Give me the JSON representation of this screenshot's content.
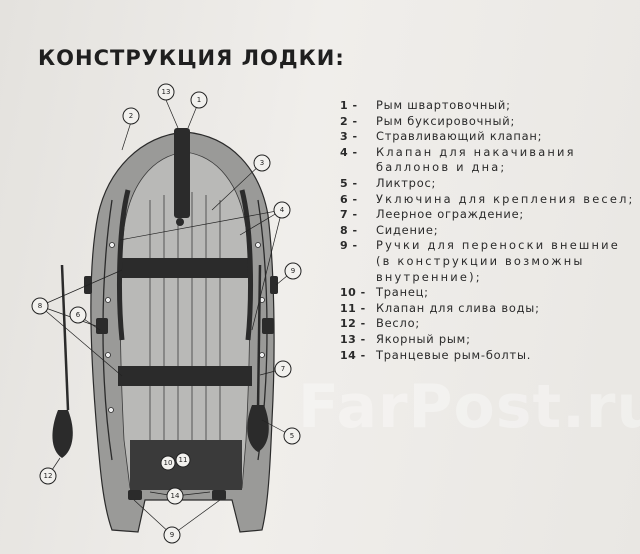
{
  "title": "КОНСТРУКЦИЯ ЛОДКИ:",
  "legend": [
    {
      "num": "1 -",
      "text": "Рым швартовочный;"
    },
    {
      "num": "2 -",
      "text": "Рым буксировочный;"
    },
    {
      "num": "3 -",
      "text": "Стравливающий клапан;"
    },
    {
      "num": "4 -",
      "text": "Клапан для накачивания баллонов и дна;"
    },
    {
      "num": "5 -",
      "text": "Ликтрос;"
    },
    {
      "num": "6 -",
      "text": "Уключина для крепления весел;"
    },
    {
      "num": "7 -",
      "text": "Леерное ограждение;"
    },
    {
      "num": "8 -",
      "text": "Сидение;"
    },
    {
      "num": "9 -",
      "text": "Ручки для переноски внешние (в конструкции возможны внутренние);"
    },
    {
      "num": "10 -",
      "text": "Транец;"
    },
    {
      "num": "11 -",
      "text": "Клапан для слива воды;"
    },
    {
      "num": "12 -",
      "text": "Весло;"
    },
    {
      "num": "13 -",
      "text": "Якорный рым;"
    },
    {
      "num": "14 -",
      "text": "Транцевые рым-болты."
    }
  ],
  "callouts": {
    "c13": "13",
    "c1": "1",
    "c2": "2",
    "c3": "3",
    "c4": "4",
    "c9a": "9",
    "c8": "8",
    "c6": "6",
    "c7": "7",
    "c5": "5",
    "c12": "12",
    "c10": "10",
    "c11": "11",
    "c14": "14",
    "c9b": "9"
  },
  "watermark": "FarPost.ru",
  "colors": {
    "hull": "#b4b4b2",
    "tube": "#8f8f8d",
    "dark": "#2b2b2b",
    "floor": "#a7a7a5"
  }
}
